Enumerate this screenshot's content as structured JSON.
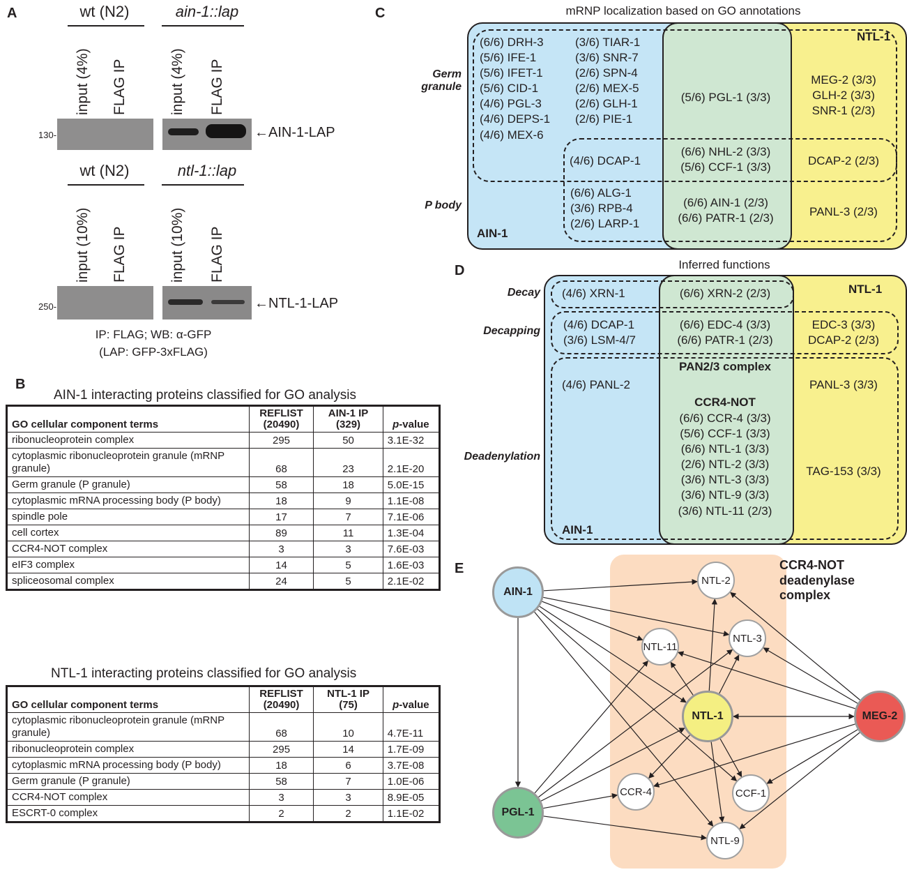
{
  "panels": {
    "a": "A",
    "b": "B",
    "c": "C",
    "d": "D",
    "e": "E"
  },
  "panel_a": {
    "top": {
      "group1_header": "wt (N2)",
      "group2_header": "ain-1::lap",
      "lanes": [
        "input (4%)",
        "FLAG IP",
        "input (4%)",
        "FLAG IP"
      ],
      "marker": "130-",
      "band_label": "←AIN-1-LAP"
    },
    "bottom": {
      "group1_header": "wt (N2)",
      "group2_header": "ntl-1::lap",
      "lanes": [
        "input (10%)",
        "FLAG IP",
        "input (10%)",
        "FLAG IP"
      ],
      "marker": "250-",
      "band_label": "←NTL-1-LAP"
    },
    "caption_line1": "IP: FLAG; WB: α-GFP",
    "caption_line2": "(LAP: GFP-3xFLAG)"
  },
  "panel_b": {
    "table1": {
      "title": "AIN-1 interacting proteins classified for GO analysis",
      "headers": [
        "GO cellular component terms",
        "REFLIST (20490)",
        "AIN-1 IP (329)",
        "p-value"
      ],
      "rows": [
        [
          "ribonucleoprotein complex",
          "295",
          "50",
          "3.1E-32"
        ],
        [
          "cytoplasmic ribonucleoprotein granule (mRNP granule)",
          "68",
          "23",
          "2.1E-20"
        ],
        [
          "Germ granule (P granule)",
          "58",
          "18",
          "5.0E-15"
        ],
        [
          "cytoplasmic mRNA processing body (P body)",
          "18",
          "9",
          "1.1E-08"
        ],
        [
          "spindle pole",
          "17",
          "7",
          "7.1E-06"
        ],
        [
          "cell cortex",
          "89",
          "11",
          "1.3E-04"
        ],
        [
          "CCR4-NOT complex",
          "3",
          "3",
          "7.6E-03"
        ],
        [
          "eIF3 complex",
          "14",
          "5",
          "1.6E-03"
        ],
        [
          "spliceosomal complex",
          "24",
          "5",
          "2.1E-02"
        ]
      ]
    },
    "table2": {
      "title": "NTL-1 interacting proteins classified for GO analysis",
      "headers": [
        "GO cellular component terms",
        "REFLIST (20490)",
        "NTL-1 IP (75)",
        "p-value"
      ],
      "rows": [
        [
          "cytoplasmic ribonucleoprotein granule (mRNP granule)",
          "68",
          "10",
          "4.7E-11"
        ],
        [
          "ribonucleoprotein complex",
          "295",
          "14",
          "1.7E-09"
        ],
        [
          "cytoplasmic mRNA processing body (P body)",
          "18",
          "6",
          "3.7E-08"
        ],
        [
          "Germ granule (P granule)",
          "58",
          "7",
          "1.0E-06"
        ],
        [
          "CCR4-NOT complex",
          "3",
          "3",
          "8.9E-05"
        ],
        [
          "ESCRT-0 complex",
          "2",
          "2",
          "1.1E-02"
        ]
      ]
    }
  },
  "panel_c": {
    "title": "mRNP localization based on GO annotations",
    "row_label_germ": "Germ granule",
    "row_label_pbody": "P body",
    "ain1_label": "AIN-1",
    "ntl1_label": "NTL-1",
    "col1": [
      "(6/6) DRH-3",
      "(5/6) IFE-1",
      "(5/6) IFET-1",
      "(5/6) CID-1",
      "(4/6) PGL-3",
      "(4/6) DEPS-1",
      "(4/6) MEX-6"
    ],
    "col2": [
      "(3/6) TIAR-1",
      "(3/6) SNR-7",
      "(2/6) SPN-4",
      "(2/6) MEX-5",
      "(2/6) GLH-1",
      "(2/6) PIE-1"
    ],
    "dcap1": "(4/6) DCAP-1",
    "col2_pbody": [
      "(6/6) ALG-1",
      "(3/6) RPB-4",
      "(2/6) LARP-1"
    ],
    "mid_germ": "(5/6) PGL-1 (3/3)",
    "mid_both": [
      "(6/6) NHL-2 (3/3)",
      "(5/6) CCF-1 (3/3)"
    ],
    "mid_pbody": [
      "(6/6) AIN-1 (2/3)",
      "(6/6) PATR-1 (2/3)"
    ],
    "right_germ": [
      "MEG-2 (3/3)",
      "GLH-2 (3/3)",
      "SNR-1 (2/3)"
    ],
    "right_both": "DCAP-2 (2/3)",
    "right_pbody": "PANL-3 (2/3)"
  },
  "panel_d": {
    "title": "Inferred functions",
    "labels": {
      "decay": "Decay",
      "decapping": "Decapping",
      "deadenylation": "Deadenylation"
    },
    "ain1_label": "AIN-1",
    "ntl1_label": "NTL-1",
    "decay_left": "(4/6) XRN-1",
    "decay_mid": "(6/6) XRN-2 (2/3)",
    "decap_left": [
      "(4/6) DCAP-1",
      "(3/6) LSM-4/7"
    ],
    "decap_mid": [
      "(6/6) EDC-4 (3/3)",
      "(6/6) PATR-1 (2/3)"
    ],
    "decap_right": [
      "EDC-3 (3/3)",
      "DCAP-2 (2/3)"
    ],
    "pan_header": "PAN2/3 complex",
    "panl2": "(4/6) PANL-2",
    "panl3": "PANL-3 (3/3)",
    "ccr4not_header": "CCR4-NOT",
    "ccr4not_items": [
      "(6/6) CCR-4 (3/3)",
      "(5/6) CCF-1 (3/3)",
      "(6/6) NTL-1 (3/3)",
      "(2/6) NTL-2 (3/3)",
      "(3/6) NTL-3 (3/3)",
      "(3/6) NTL-9 (3/3)",
      "(3/6) NTL-11 (2/3)"
    ],
    "tag153": "TAG-153 (3/3)"
  },
  "panel_e": {
    "complex_label": [
      "CCR4-NOT",
      "deadenylase",
      "complex"
    ],
    "nodes": {
      "ain1": "AIN-1",
      "pgl1": "PGL-1",
      "ntl1": "NTL-1",
      "meg2": "MEG-2",
      "ntl2": "NTL-2",
      "ntl3": "NTL-3",
      "ntl11": "NTL-11",
      "ccr4": "CCR-4",
      "ccf1": "CCF-1",
      "ntl9": "NTL-9"
    },
    "colors": {
      "ain1": "#bfe3f5",
      "pgl1": "#7bc494",
      "ntl1": "#f4ef82",
      "meg2": "#ea5a55",
      "complex_bg": "#fcdcc1"
    }
  },
  "colors": {
    "blue_region": "#c5e5f6",
    "green_region": "#cfe7d2",
    "yellow_region": "#f8f08e"
  }
}
